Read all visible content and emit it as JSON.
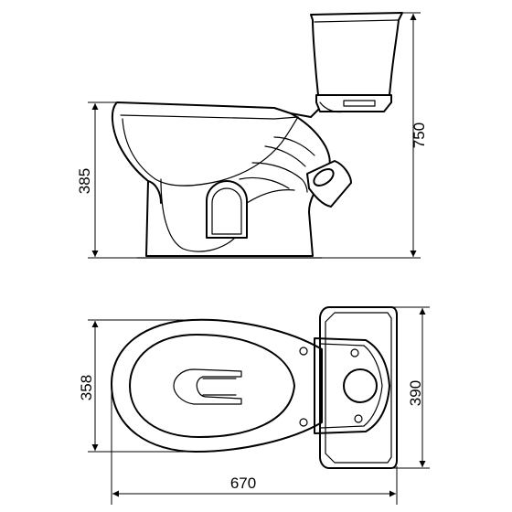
{
  "drawing": {
    "dim_bowl_height": "385",
    "dim_total_height": "750",
    "dim_bowl_width": "358",
    "dim_total_width": "390",
    "dim_total_length": "670"
  }
}
